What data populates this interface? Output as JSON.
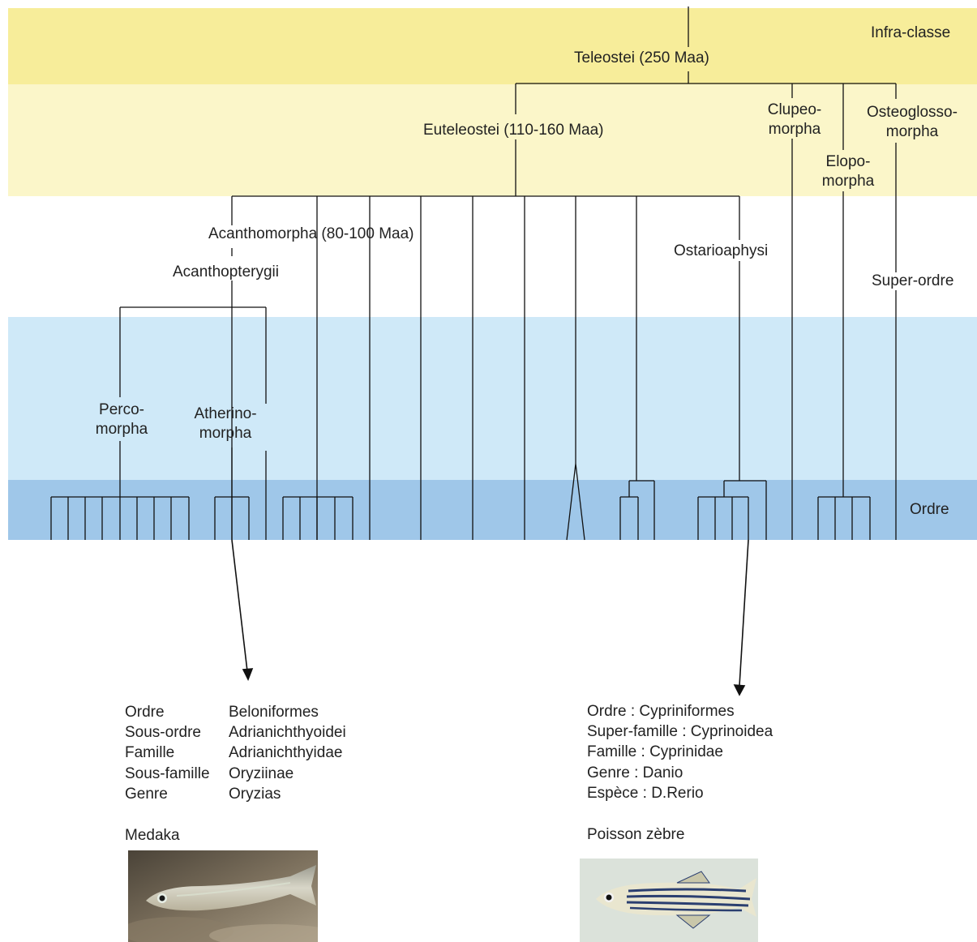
{
  "ranks": {
    "infraclass": "Infra-classe",
    "superorder": "Super-ordre",
    "order": "Ordre"
  },
  "clades": {
    "teleostei": "Teleostei (250 Maa)",
    "euteleostei": "Euteleostei (110-160 Maa)",
    "clupeo_1": "Clupeo-",
    "clupeo_2": "morpha",
    "osteo_1": "Osteoglosso-",
    "osteo_2": "morpha",
    "elopo_1": "Elopo-",
    "elopo_2": "morpha",
    "acanthomorpha": "Acanthomorpha (80-100 Maa)",
    "acanthopterygii": "Acanthopterygii",
    "ostarioaphysi": "Ostarioaphysi",
    "perco_1": "Perco-",
    "perco_2": "morpha",
    "atherino_1": "Atherino-",
    "atherino_2": "morpha"
  },
  "medaka": {
    "ranks": [
      "Ordre",
      "Sous-ordre",
      "Famille",
      "Sous-famille",
      "Genre"
    ],
    "values": [
      "Beloniformes",
      "Adrianichthyoidei",
      "Adrianichthyidae",
      "Oryziinae",
      "Oryzias"
    ],
    "name": "Medaka"
  },
  "zebrafish": {
    "lines": [
      "Ordre : Cypriniformes",
      "Super-famille  : Cyprinoidea",
      "Famille : Cyprinidae",
      "Genre : Danio",
      "Espèce : D.Rerio"
    ],
    "name": "Poisson zèbre"
  },
  "colors": {
    "band_infraclass": "#f7ed9a",
    "band_cohort": "#fbf6c9",
    "band_lower": "#cfe9f8",
    "band_order": "#9fc7e9",
    "line": "#111111"
  }
}
